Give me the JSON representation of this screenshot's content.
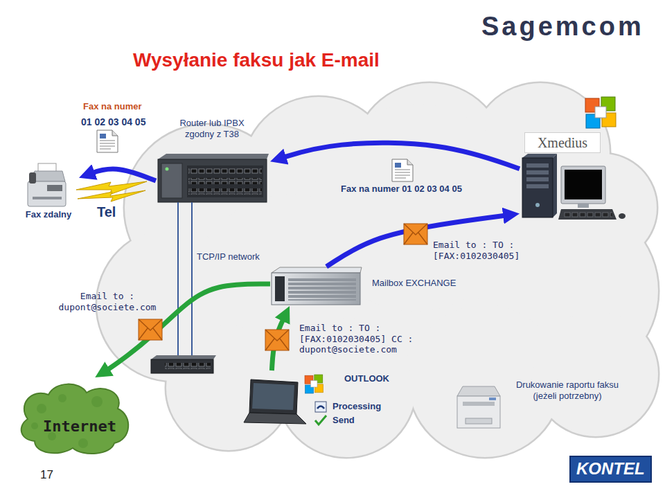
{
  "diagram": {
    "title": "Wysyłanie faksu jak E-mail",
    "nodes": [
      {
        "text": [
          "Fax zdalny"
        ]
      },
      {
        "text": [
          "Router lub IPBX zgodny z T38"
        ]
      },
      {
        "text": [
          "Xmedius"
        ]
      },
      {
        "text": [
          "Mailbox EXCHANGE"
        ]
      },
      {
        "text": [
          "OUTLOOK",
          "Processing",
          "Send"
        ]
      },
      {
        "text": [
          "Drukowanie raportu faksu (jeżeli potrzebny)"
        ]
      },
      {
        "text": [
          "Internet"
        ]
      }
    ],
    "edges": [
      {
        "from": 1,
        "to": 0,
        "arrow": "to"
      },
      {
        "from": 2,
        "to": 1,
        "arrow": "to",
        "label": "Fax na numer 01 02 03 04 05"
      },
      {
        "from": 3,
        "to": 2,
        "arrow": "to",
        "label": "Email to : TO : [FAX:0102030405]"
      },
      {
        "from": 4,
        "to": 3,
        "arrow": "to",
        "label": "Email to : TO : [FAX:0102030405] CC : dupont@societe.com"
      },
      {
        "from": 3,
        "to": 6,
        "arrow": "to",
        "label": "Email to : dupont@societe.com"
      }
    ],
    "labels": [
      "Sagemcom",
      "Fax na numer",
      "01 02 03 04 05",
      "Tel",
      "TCP/IP network",
      "17",
      "KONTEL"
    ]
  }
}
